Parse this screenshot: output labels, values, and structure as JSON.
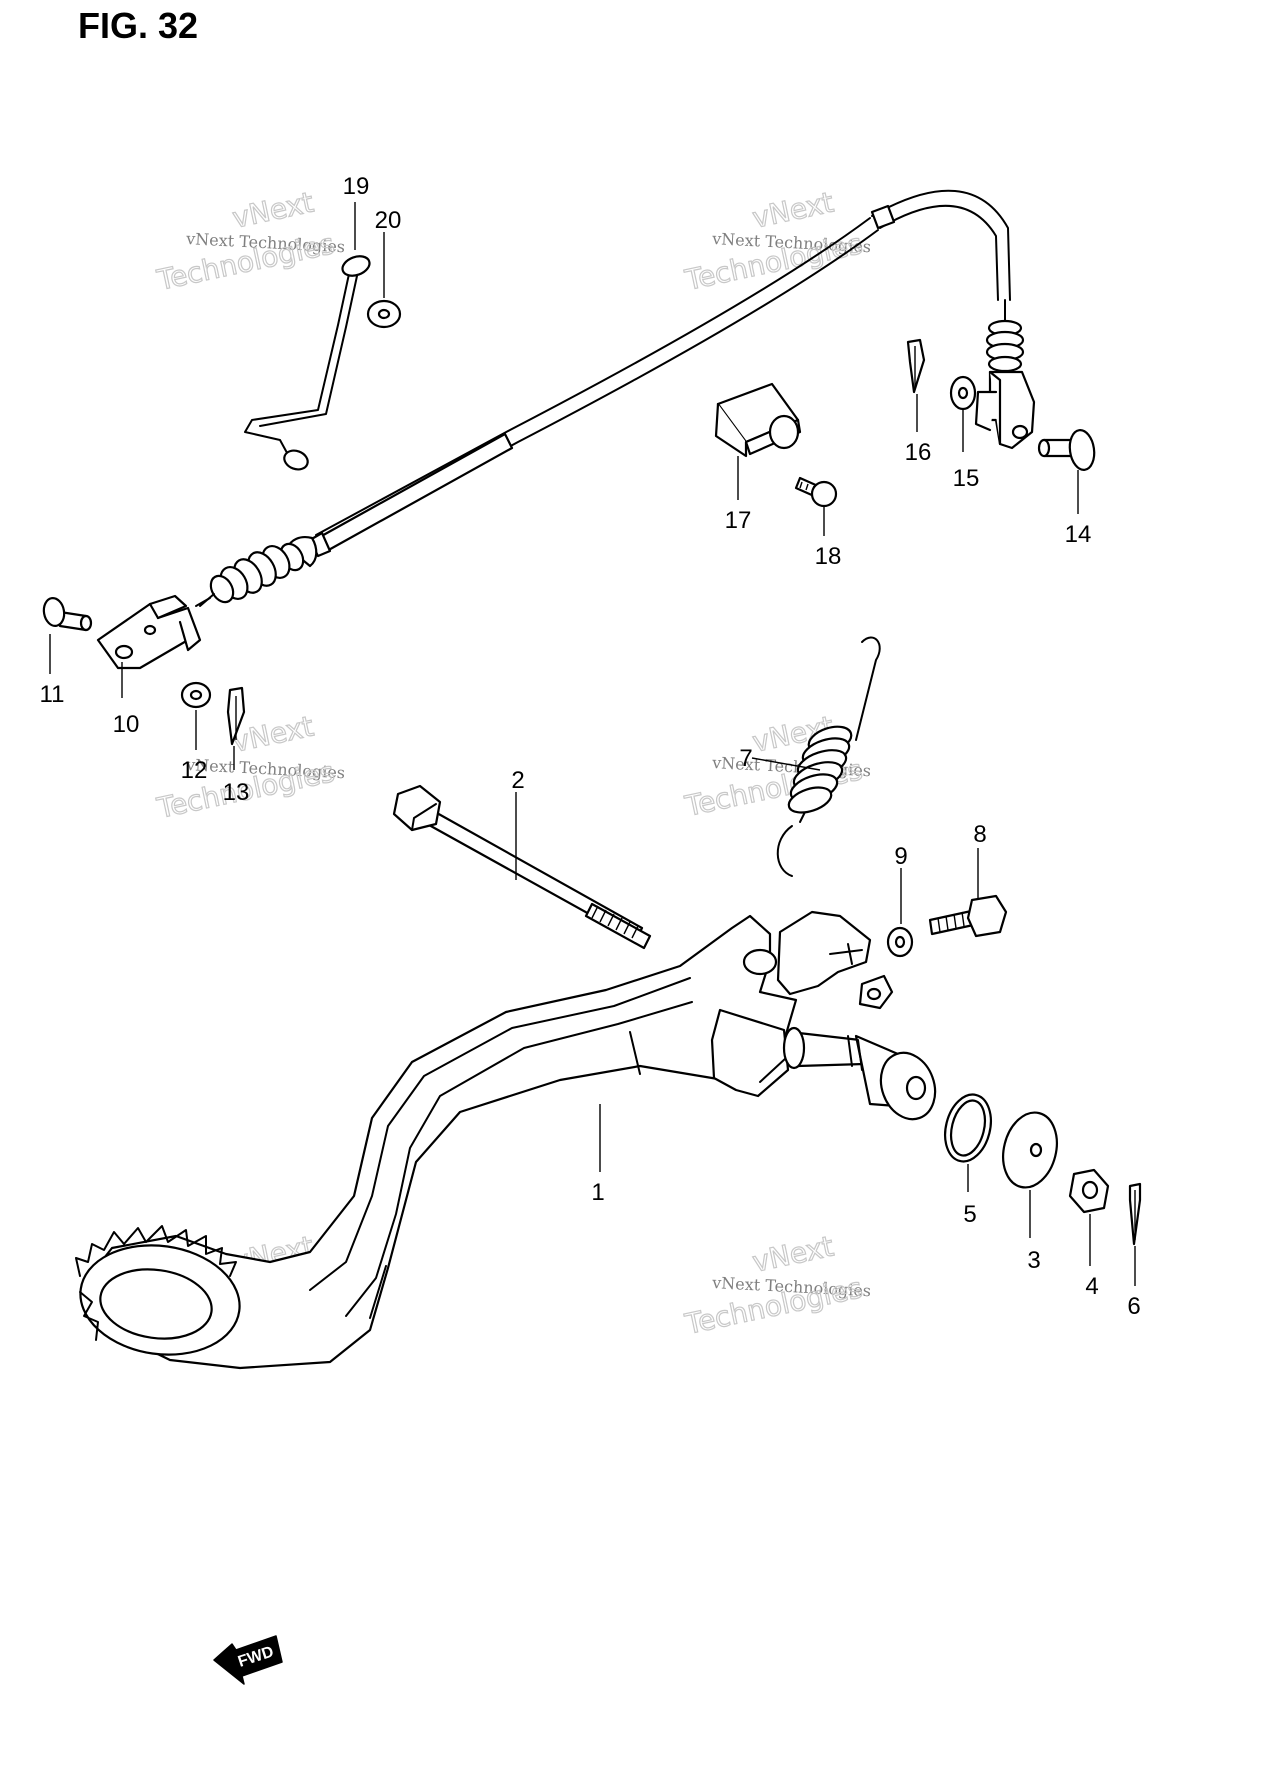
{
  "figure": {
    "title": "FIG. 32"
  },
  "callouts": {
    "p1": "1",
    "p2": "2",
    "p3": "3",
    "p4": "4",
    "p5": "5",
    "p6": "6",
    "p7": "7",
    "p8": "8",
    "p9": "9",
    "p10": "10",
    "p11": "11",
    "p12": "12",
    "p13": "13",
    "p14": "14",
    "p15": "15",
    "p16": "16",
    "p17": "17",
    "p18": "18",
    "p19": "19",
    "p20": "20"
  },
  "watermark": {
    "line1": "vNext",
    "line2": "vNext Technologies",
    "line3": "Technologies"
  },
  "direction_arrow": {
    "label": "FWD"
  }
}
